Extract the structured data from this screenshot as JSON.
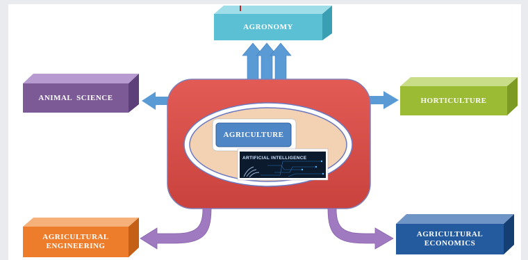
{
  "nodes": {
    "center": "AGRICULTURE",
    "ai": "ARTIFICIAL INTELLIGENCE",
    "top": "AGRONOMY",
    "left": "ANIMAL  SCIENCE",
    "right": "HORTICULTURE",
    "bottom_left": [
      "AGRICULTURAL",
      "ENGINEERING"
    ],
    "bottom_right": [
      "AGRICULTURAL",
      "ECONOMICS"
    ]
  },
  "colors": {
    "hub": "#d9534f",
    "oval": "#f3d2b3",
    "agronomy": "#5bc0d3",
    "animal_science": "#7b5a96",
    "horticulture": "#9bbb35",
    "engineering": "#ee7d2b",
    "economics": "#235b9e",
    "arrow_blue": "#5b9bd5",
    "arrow_purple": "#a07ac0"
  }
}
